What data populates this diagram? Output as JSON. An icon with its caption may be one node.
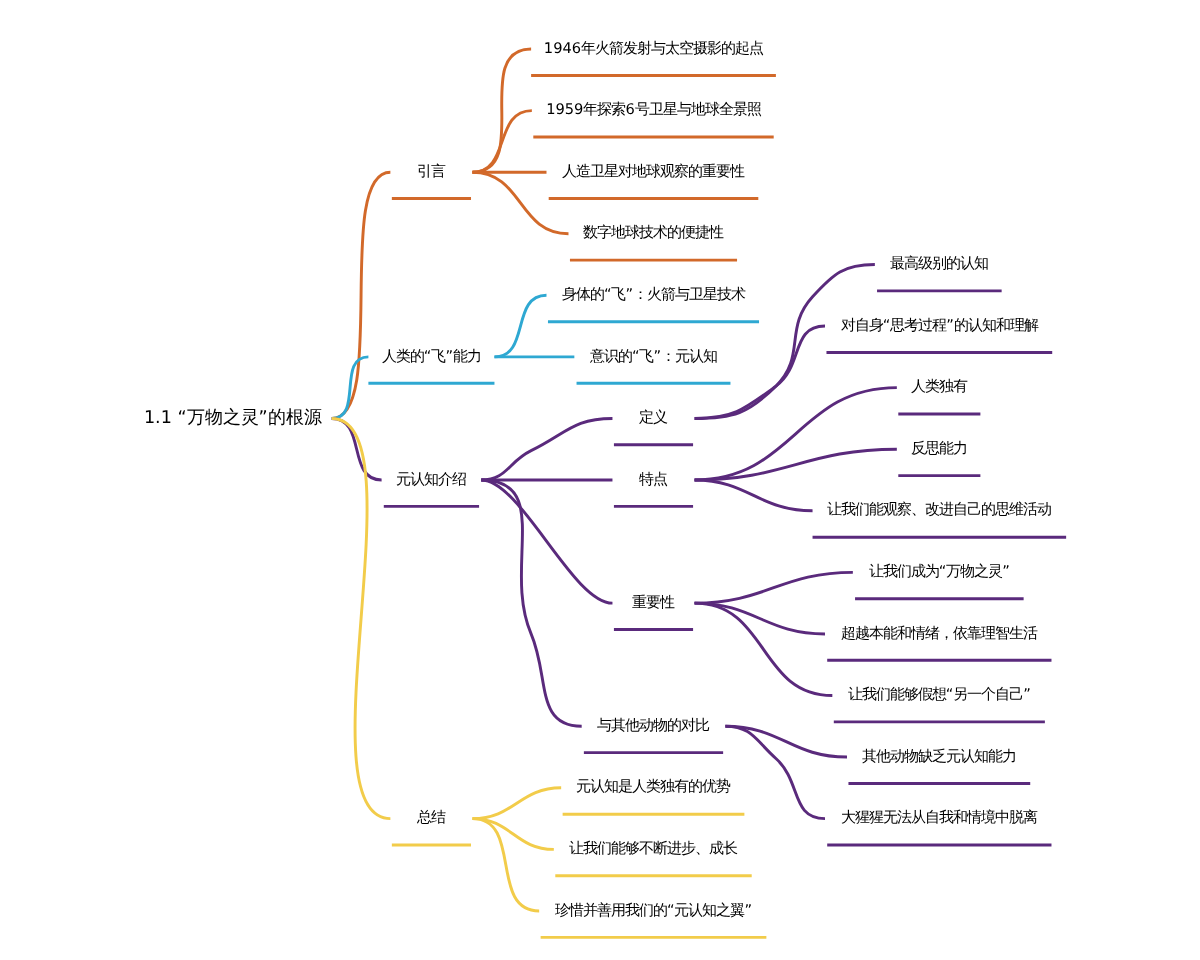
{
  "diagram": {
    "nodes": [
      {
        "text": [
          "1.1 “万物之灵”的根源"
        ]
      },
      {
        "text": [
          "引言"
        ]
      },
      {
        "text": [
          "1946年火箭发射与太空摄影的起点"
        ]
      },
      {
        "text": [
          "1959年探索6号卫星与地球全景照"
        ]
      },
      {
        "text": [
          "人造卫星对地球观察的重要性"
        ]
      },
      {
        "text": [
          "数字地球技术的便捷性"
        ]
      },
      {
        "text": [
          "人类的“飞”能力"
        ]
      },
      {
        "text": [
          "身体的“飞”：火箭与卫星技术"
        ]
      },
      {
        "text": [
          "意识的“飞”：元认知"
        ]
      },
      {
        "text": [
          "元认知介绍"
        ]
      },
      {
        "text": [
          "定义"
        ]
      },
      {
        "text": [
          "最高级别的认知"
        ]
      },
      {
        "text": [
          "对自身“思考过程”的认知和理解"
        ]
      },
      {
        "text": [
          "特点"
        ]
      },
      {
        "text": [
          "人类独有"
        ]
      },
      {
        "text": [
          "反思能力"
        ]
      },
      {
        "text": [
          "让我们能观察、改进自己的思维活动"
        ]
      },
      {
        "text": [
          "重要性"
        ]
      },
      {
        "text": [
          "让我们成为“万物之灵”"
        ]
      },
      {
        "text": [
          "超越本能和情绪，依靠理智生活"
        ]
      },
      {
        "text": [
          "让我们能够假想“另一个自己”"
        ]
      },
      {
        "text": [
          "与其他动物的对比"
        ]
      },
      {
        "text": [
          "其他动物缺乏元认知能力"
        ]
      },
      {
        "text": [
          "大猩猩无法从自我和情境中脱离"
        ]
      },
      {
        "text": [
          "总结"
        ]
      },
      {
        "text": [
          "元认知是人类独有的优势"
        ]
      },
      {
        "text": [
          "让我们能够不断进步、成长"
        ]
      },
      {
        "text": [
          "珍惜并善用我们的“元认知之翼”"
        ]
      }
    ],
    "edges": [
      {
        "from": 0,
        "to": 1,
        "arrow": "none",
        "color": "#d2692a"
      },
      {
        "from": 1,
        "to": 2,
        "arrow": "none",
        "color": "#d2692a"
      },
      {
        "from": 1,
        "to": 3,
        "arrow": "none",
        "color": "#d2692a"
      },
      {
        "from": 1,
        "to": 4,
        "arrow": "none",
        "color": "#d2692a"
      },
      {
        "from": 1,
        "to": 5,
        "arrow": "none",
        "color": "#d2692a"
      },
      {
        "from": 0,
        "to": 6,
        "arrow": "none",
        "color": "#2ea8d2"
      },
      {
        "from": 6,
        "to": 7,
        "arrow": "none",
        "color": "#2ea8d2"
      },
      {
        "from": 6,
        "to": 8,
        "arrow": "none",
        "color": "#2ea8d2"
      },
      {
        "from": 0,
        "to": 9,
        "arrow": "none"
      },
      {
        "from": 9,
        "to": 10,
        "arrow": "none"
      },
      {
        "from": 10,
        "to": 11,
        "arrow": "none"
      },
      {
        "from": 10,
        "to": 12,
        "arrow": "none"
      },
      {
        "from": 9,
        "to": 13,
        "arrow": "none"
      },
      {
        "from": 13,
        "to": 14,
        "arrow": "none"
      },
      {
        "from": 13,
        "to": 15,
        "arrow": "none"
      },
      {
        "from": 13,
        "to": 16,
        "arrow": "none"
      },
      {
        "from": 9,
        "to": 17,
        "arrow": "none"
      },
      {
        "from": 17,
        "to": 18,
        "arrow": "none"
      },
      {
        "from": 17,
        "to": 19,
        "arrow": "none"
      },
      {
        "from": 17,
        "to": 20,
        "arrow": "none"
      },
      {
        "from": 9,
        "to": 21,
        "arrow": "none"
      },
      {
        "from": 21,
        "to": 22,
        "arrow": "none"
      },
      {
        "from": 21,
        "to": 23,
        "arrow": "none"
      },
      {
        "from": 0,
        "to": 24,
        "arrow": "none",
        "color": "#f2cc4a"
      },
      {
        "from": 24,
        "to": 25,
        "arrow": "none",
        "color": "#f2cc4a"
      },
      {
        "from": 24,
        "to": 26,
        "arrow": "none",
        "color": "#f2cc4a"
      },
      {
        "from": 24,
        "to": 27,
        "arrow": "none",
        "color": "#f2cc4a"
      }
    ]
  }
}
